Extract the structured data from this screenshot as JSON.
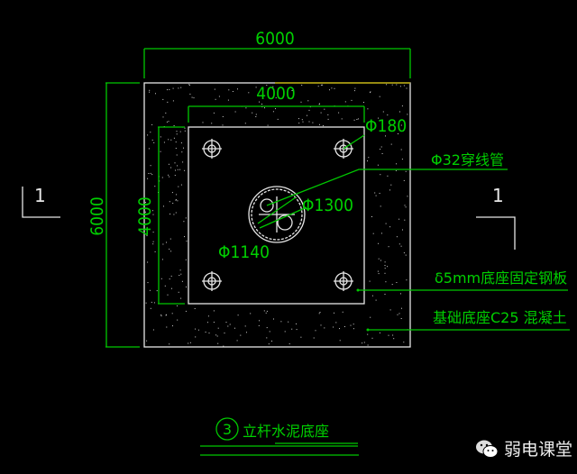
{
  "dimensions": {
    "outer_width": "6000",
    "outer_height": "6000",
    "plate_width": "4000",
    "plate_height": "4000",
    "bolt_hole": "Φ180",
    "outer_ring": "Φ1300",
    "inner_ring": "Φ1140"
  },
  "section_marks": {
    "left": "1",
    "right": "1"
  },
  "callouts": {
    "conduit": "Φ32穿线管",
    "steel_plate": "δ5mm底座固定钢板",
    "concrete": "基础底座C25 混凝土"
  },
  "title": {
    "number": "3",
    "text": "立杆水泥底座"
  },
  "watermark": {
    "text": "弱电课堂",
    "icon": "wechat-icon"
  },
  "colors": {
    "dimension": "#00c800",
    "outline": "#e6e6e6",
    "background": "#000000"
  }
}
